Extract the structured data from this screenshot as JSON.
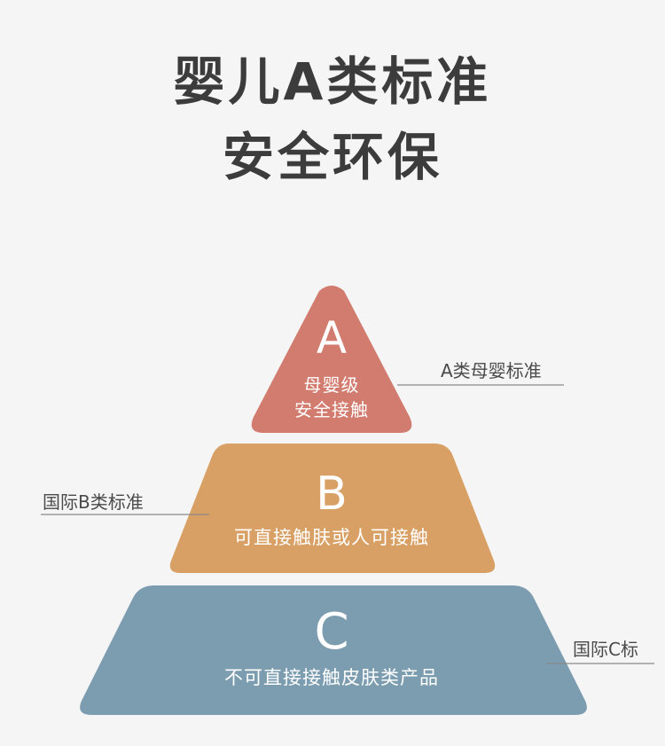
{
  "title": {
    "line1": "婴儿A类标准",
    "line2": "安全环保"
  },
  "levels": [
    {
      "letter": "A",
      "desc_line1": "母婴级",
      "desc_line2": "安全接触",
      "side_label": "A类母婴标准",
      "color": "#d27b6f"
    },
    {
      "letter": "B",
      "desc_line1": "可直接触肤或人可接触",
      "side_label": "国际B类标准",
      "color": "#d8a064"
    },
    {
      "letter": "C",
      "desc_line1": "不可直接接触皮肤类产品",
      "side_label": "国际C标",
      "color": "#7c9db0"
    }
  ],
  "colors": {
    "background": "#f5f5f5",
    "title_text": "#3c3c3c",
    "leader_line": "#8a8a8a"
  }
}
